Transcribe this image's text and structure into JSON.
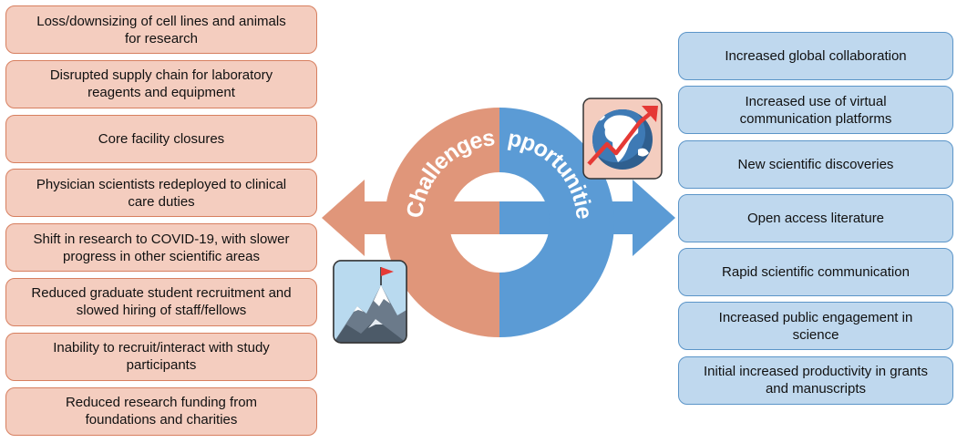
{
  "challenges": {
    "label": "Challenges",
    "items": [
      "Loss/downsizing of cell lines and animals for research",
      "Disrupted supply chain for laboratory reagents and equipment",
      "Core facility closures",
      "Physician scientists redeployed to clinical care duties",
      "Shift in research to COVID-19, with slower progress in other scientific areas",
      "Reduced graduate student recruitment and slowed hiring of staff/fellows",
      "Inability to recruit/interact with study participants",
      "Reduced research funding from foundations and charities"
    ],
    "fill_color": "#f4cdbf",
    "border_color": "#d77f5f",
    "arrow_color": "#e0967a",
    "icon": "mountain-summit-flag-icon"
  },
  "opportunities": {
    "label": "Opportunities",
    "items": [
      "Increased global collaboration",
      "Increased use of virtual communication platforms",
      "New scientific discoveries",
      "Open access literature",
      "Rapid scientific communication",
      "Increased public engagement in science",
      "Initial increased productivity in grants and manuscripts"
    ],
    "fill_color": "#bfd8ee",
    "border_color": "#5b95c8",
    "arrow_color": "#5b9bd5",
    "icon": "globe-rising-trend-icon"
  }
}
